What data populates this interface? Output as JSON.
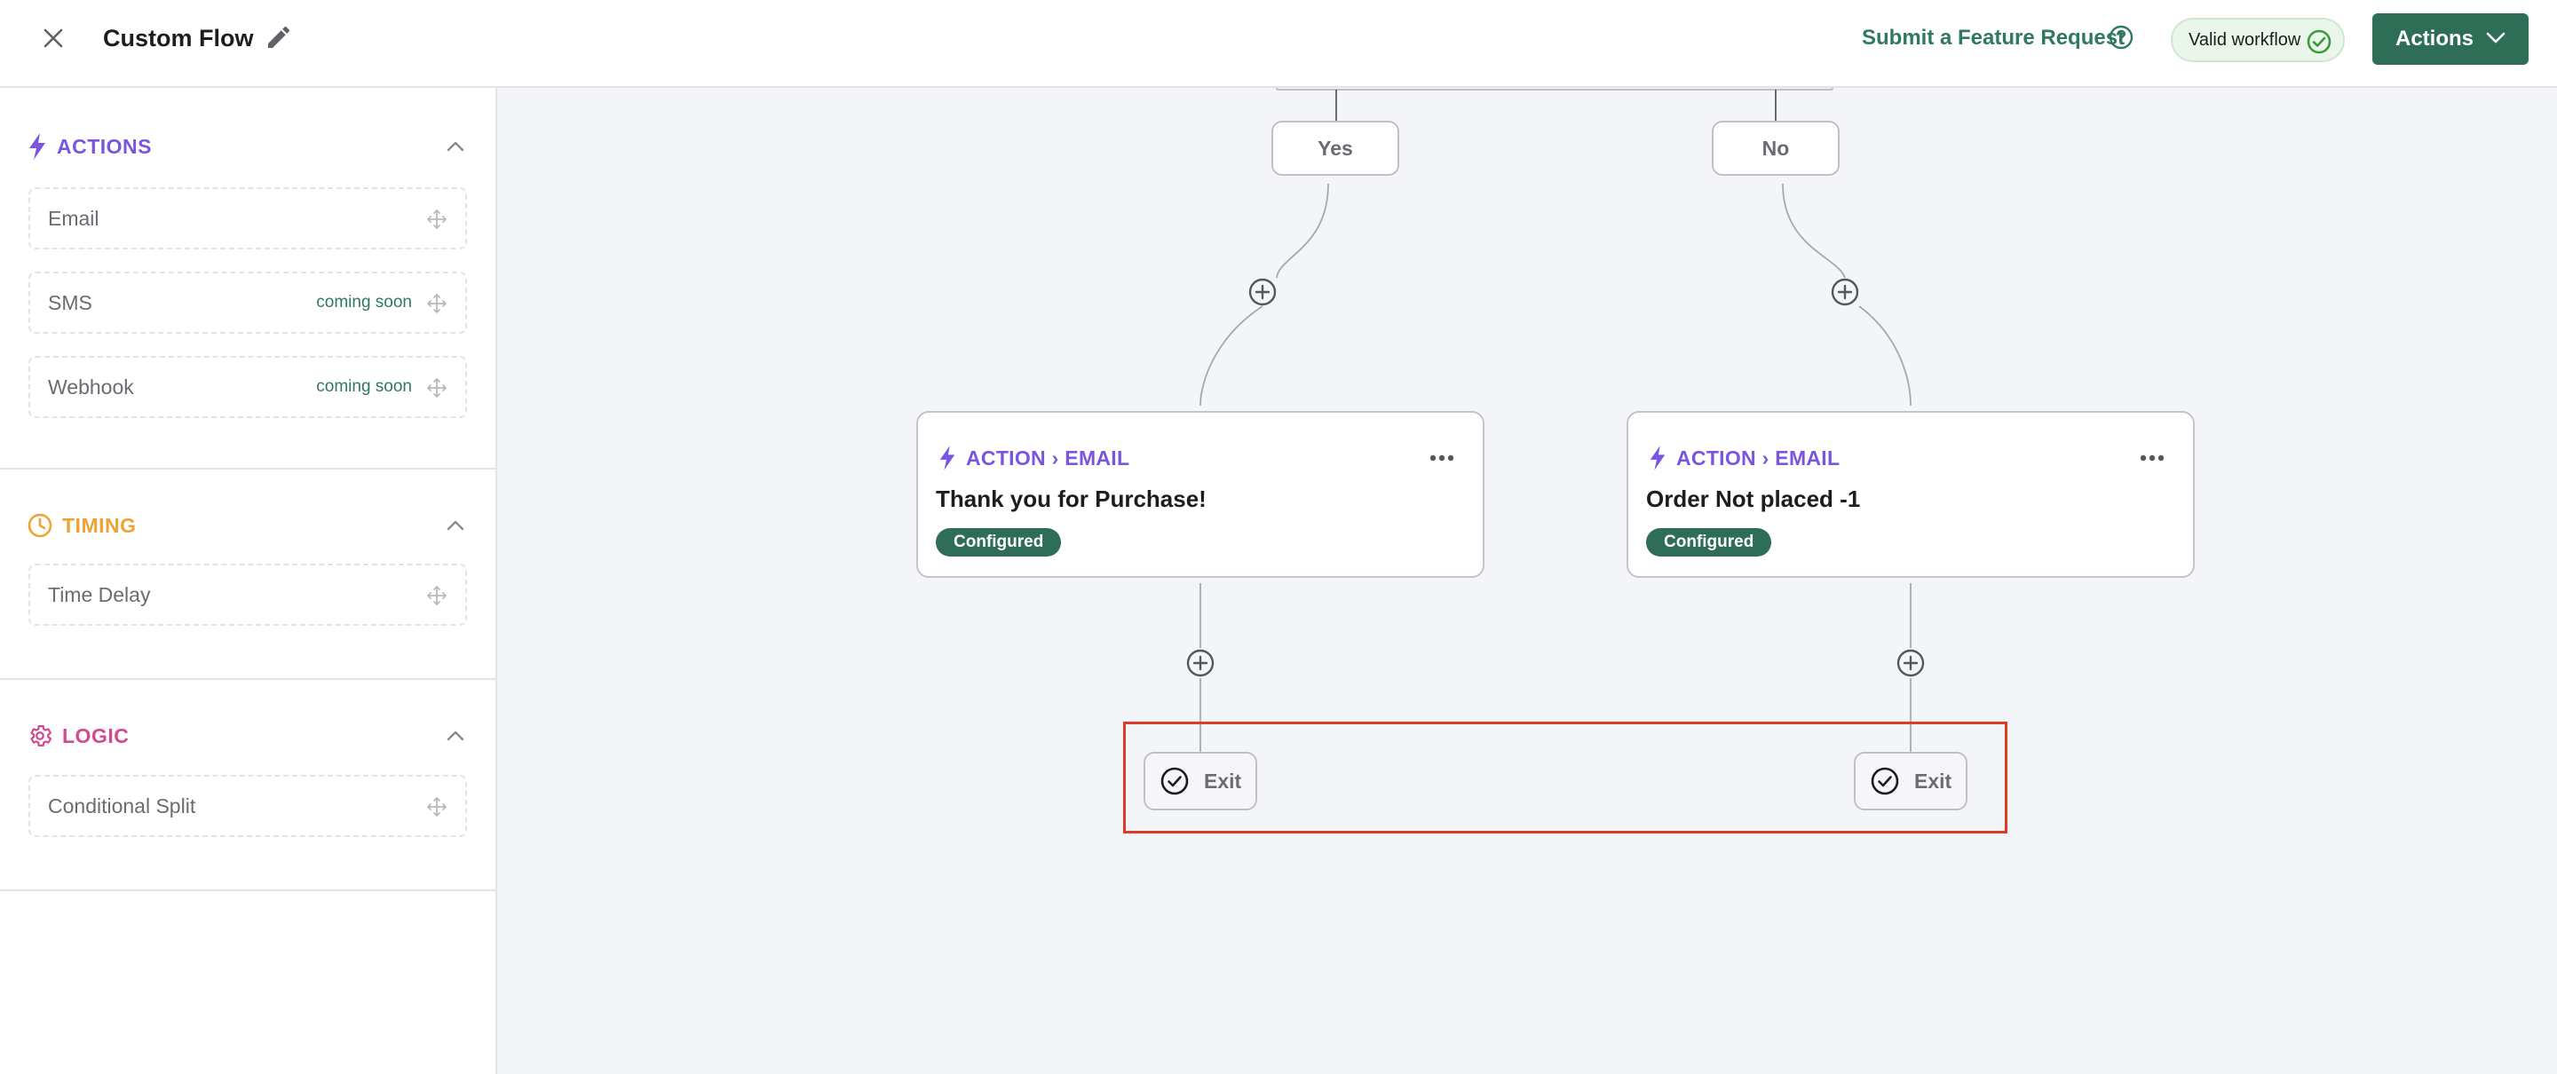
{
  "header": {
    "title": "Custom Flow",
    "feature_request": "Submit a Feature Request",
    "validity": "Valid workflow",
    "actions_label": "Actions"
  },
  "sidebar": {
    "sections": [
      {
        "title": "ACTIONS",
        "color": "#7b55e0",
        "icon": "lightning-icon",
        "items": [
          {
            "label": "Email",
            "badge": ""
          },
          {
            "label": "SMS",
            "badge": "coming soon"
          },
          {
            "label": "Webhook",
            "badge": "coming soon"
          }
        ]
      },
      {
        "title": "TIMING",
        "color": "#eea332",
        "icon": "clock-icon",
        "items": [
          {
            "label": "Time Delay",
            "badge": ""
          }
        ]
      },
      {
        "title": "LOGIC",
        "color": "#d44a8f",
        "icon": "gear-icon",
        "items": [
          {
            "label": "Conditional Split",
            "badge": ""
          }
        ]
      }
    ]
  },
  "canvas": {
    "branches": {
      "yes": "Yes",
      "no": "No"
    },
    "cards": [
      {
        "type": "ACTION › EMAIL",
        "title": "Thank you for Purchase!",
        "status": "Configured"
      },
      {
        "type": "ACTION › EMAIL",
        "title": "Order Not placed -1",
        "status": "Configured"
      }
    ],
    "exits": [
      {
        "label": "Exit"
      },
      {
        "label": "Exit"
      }
    ]
  },
  "colors": {
    "accent_green": "#2e6e57",
    "link_green": "#2f7a5e",
    "action_purple": "#7b55e0",
    "highlight_red": "#dd3b28"
  }
}
